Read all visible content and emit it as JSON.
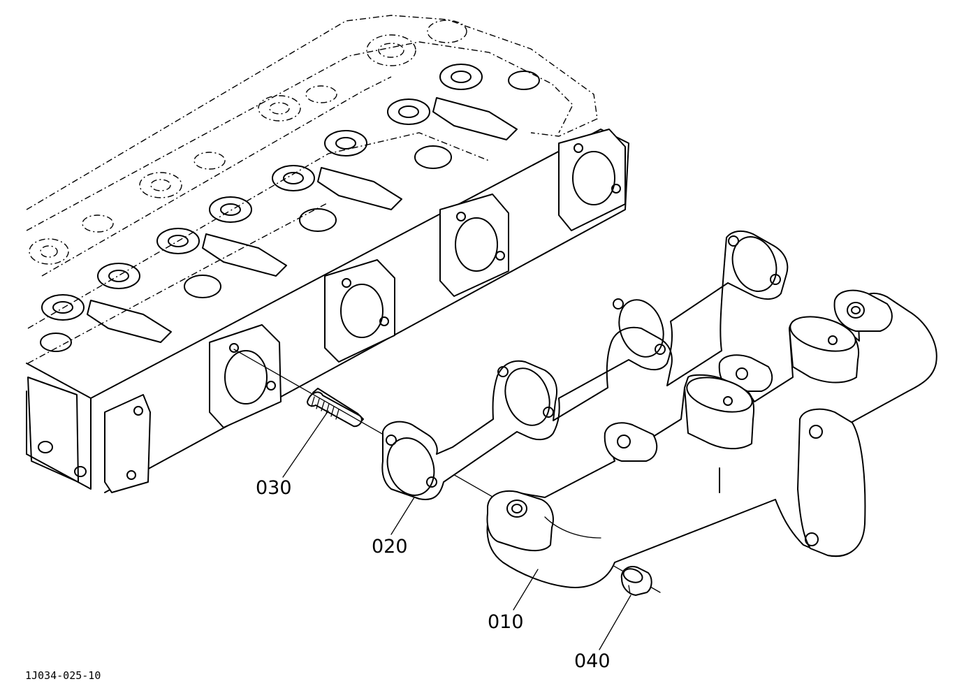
{
  "diagram": {
    "figure_code": "1J034-025-10",
    "callouts": {
      "manifold": "010",
      "gasket": "020",
      "stud": "030",
      "nut": "040"
    }
  }
}
